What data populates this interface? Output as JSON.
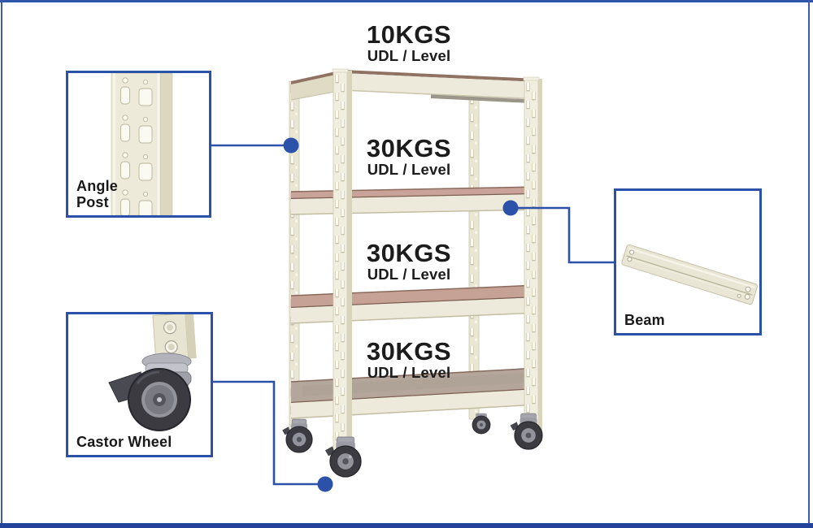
{
  "colors": {
    "accent_blue": "#2b51a8",
    "bottom_bar_blue": "#23439b",
    "rack_cream": "#ece9d8",
    "shelf_wood": "#c5a196",
    "text": "#1c1c1c"
  },
  "top_label": {
    "weight": "10KGS",
    "sub": "UDL / Level"
  },
  "shelf_labels": [
    {
      "weight": "30KGS",
      "sub": "UDL / Level"
    },
    {
      "weight": "30KGS",
      "sub": "UDL / Level"
    },
    {
      "weight": "30KGS",
      "sub": "UDL / Level"
    }
  ],
  "callouts": {
    "angle_post": {
      "label": "Angle\nPost"
    },
    "castor_wheel": {
      "label": "Castor Wheel"
    },
    "beam": {
      "label": "Beam"
    }
  }
}
